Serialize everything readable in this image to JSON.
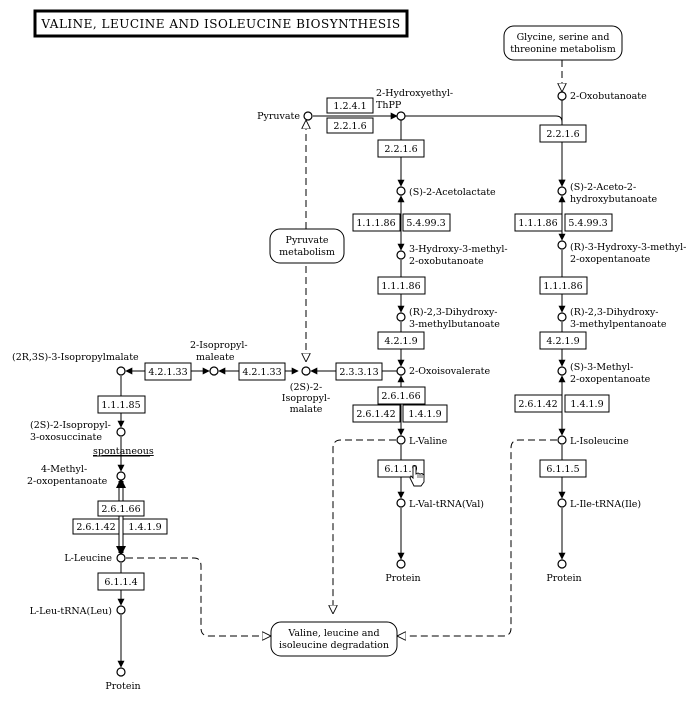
{
  "title": "VALINE, LEUCINE AND ISOLEUCINE BIOSYNTHESIS",
  "maps": {
    "gly_ser_thr": [
      "Glycine, serine and",
      "threonine metabolism"
    ],
    "pyruvate_met": [
      "Pyruvate",
      "metabolism"
    ],
    "degradation": [
      "Valine, leucine and",
      "isoleucine degradation"
    ]
  },
  "compounds": {
    "pyruvate": "Pyruvate",
    "hydroxyethyl_thpp": [
      "2-Hydroxyethyl-",
      "ThPP"
    ],
    "oxobutanoate": "2-Oxobutanoate",
    "acetolactate": "(S)-2-Acetolactate",
    "aceto_hydroxybutanoate": [
      "(S)-2-Aceto-2-",
      "hydroxybutanoate"
    ],
    "hydroxy_methyl_oxobutanoate": [
      "3-Hydroxy-3-methyl-",
      "2-oxobutanoate"
    ],
    "hydroxy_methyl_oxopentanoate": [
      "(R)-3-Hydroxy-3-methyl-",
      "2-oxopentanoate"
    ],
    "dihydroxy_methylbutanoate": [
      "(R)-2,3-Dihydroxy-",
      "3-methylbutanoate"
    ],
    "dihydroxy_methylpentanoate": [
      "(R)-2,3-Dihydroxy-",
      "3-methylpentanoate"
    ],
    "oxoisovalerate": "2-Oxoisovalerate",
    "methyl_oxopentanoate_s": [
      "(S)-3-Methyl-",
      "2-oxopentanoate"
    ],
    "isopropylmalate_2s": [
      "(2S)-2-",
      "Isopropyl-",
      "malate"
    ],
    "isopropylmaleate": [
      "2-Isopropyl-",
      "maleate"
    ],
    "isopropylmalate_2r3s": "(2R,3S)-3-Isopropylmalate",
    "isopropyl_oxosuccinate": [
      "(2S)-2-Isopropyl-",
      "3-oxosuccinate"
    ],
    "spontaneous": "spontaneous",
    "methyl_oxopentanoate_4": [
      "4-Methyl-",
      "2-oxopentanoate"
    ],
    "l_valine": "L-Valine",
    "l_isoleucine": "L-Isoleucine",
    "l_leucine": "L-Leucine",
    "val_trna": "L-Val-tRNA(Val)",
    "ile_trna": "L-Ile-tRNA(Ile)",
    "leu_trna": "L-Leu-tRNA(Leu)",
    "protein": "Protein"
  },
  "enzymes": {
    "e_1_2_4_1": "1.2.4.1",
    "e_2_2_1_6": "2.2.1.6",
    "e_1_1_1_86": "1.1.1.86",
    "e_5_4_99_3": "5.4.99.3",
    "e_4_2_1_9": "4.2.1.9",
    "e_2_3_3_13": "2.3.3.13",
    "e_2_6_1_66": "2.6.1.66",
    "e_2_6_1_42": "2.6.1.42",
    "e_1_4_1_9": "1.4.1.9",
    "e_6_1_1_9": "6.1.1.9",
    "e_6_1_1_5": "6.1.1.5",
    "e_4_2_1_33": "4.2.1.33",
    "e_1_1_1_85": "1.1.1.85",
    "e_6_1_1_4": "6.1.1.4"
  }
}
